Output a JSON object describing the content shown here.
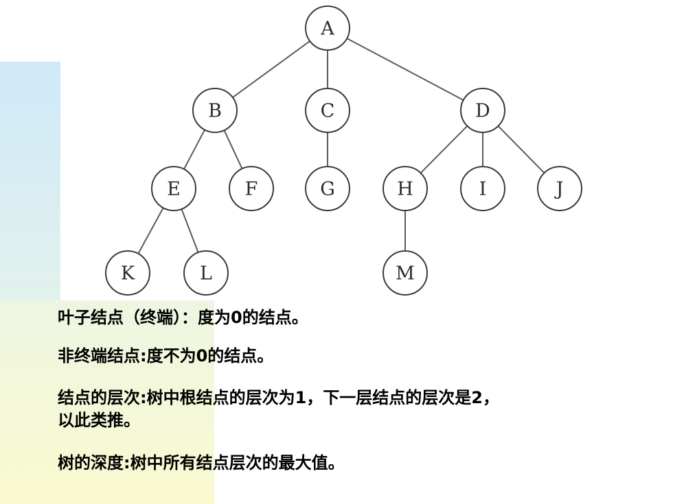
{
  "tree": {
    "nodes": [
      {
        "id": "A",
        "parent": null
      },
      {
        "id": "B",
        "parent": "A"
      },
      {
        "id": "C",
        "parent": "A"
      },
      {
        "id": "D",
        "parent": "A"
      },
      {
        "id": "E",
        "parent": "B"
      },
      {
        "id": "F",
        "parent": "B"
      },
      {
        "id": "G",
        "parent": "C"
      },
      {
        "id": "H",
        "parent": "D"
      },
      {
        "id": "I",
        "parent": "D"
      },
      {
        "id": "J",
        "parent": "D"
      },
      {
        "id": "K",
        "parent": "E"
      },
      {
        "id": "L",
        "parent": "E"
      },
      {
        "id": "M",
        "parent": "H"
      }
    ]
  },
  "definitions": {
    "leaf": "叶子结点（终端）：度为0的结点。",
    "non_terminal": "非终端结点:度不为0的结点。",
    "level_line1": "结点的层次:树中根结点的层次为1，下一层结点的层次是2，",
    "level_line2": "以此类推。",
    "depth": "树的深度:树中所有结点层次的最大值。"
  }
}
